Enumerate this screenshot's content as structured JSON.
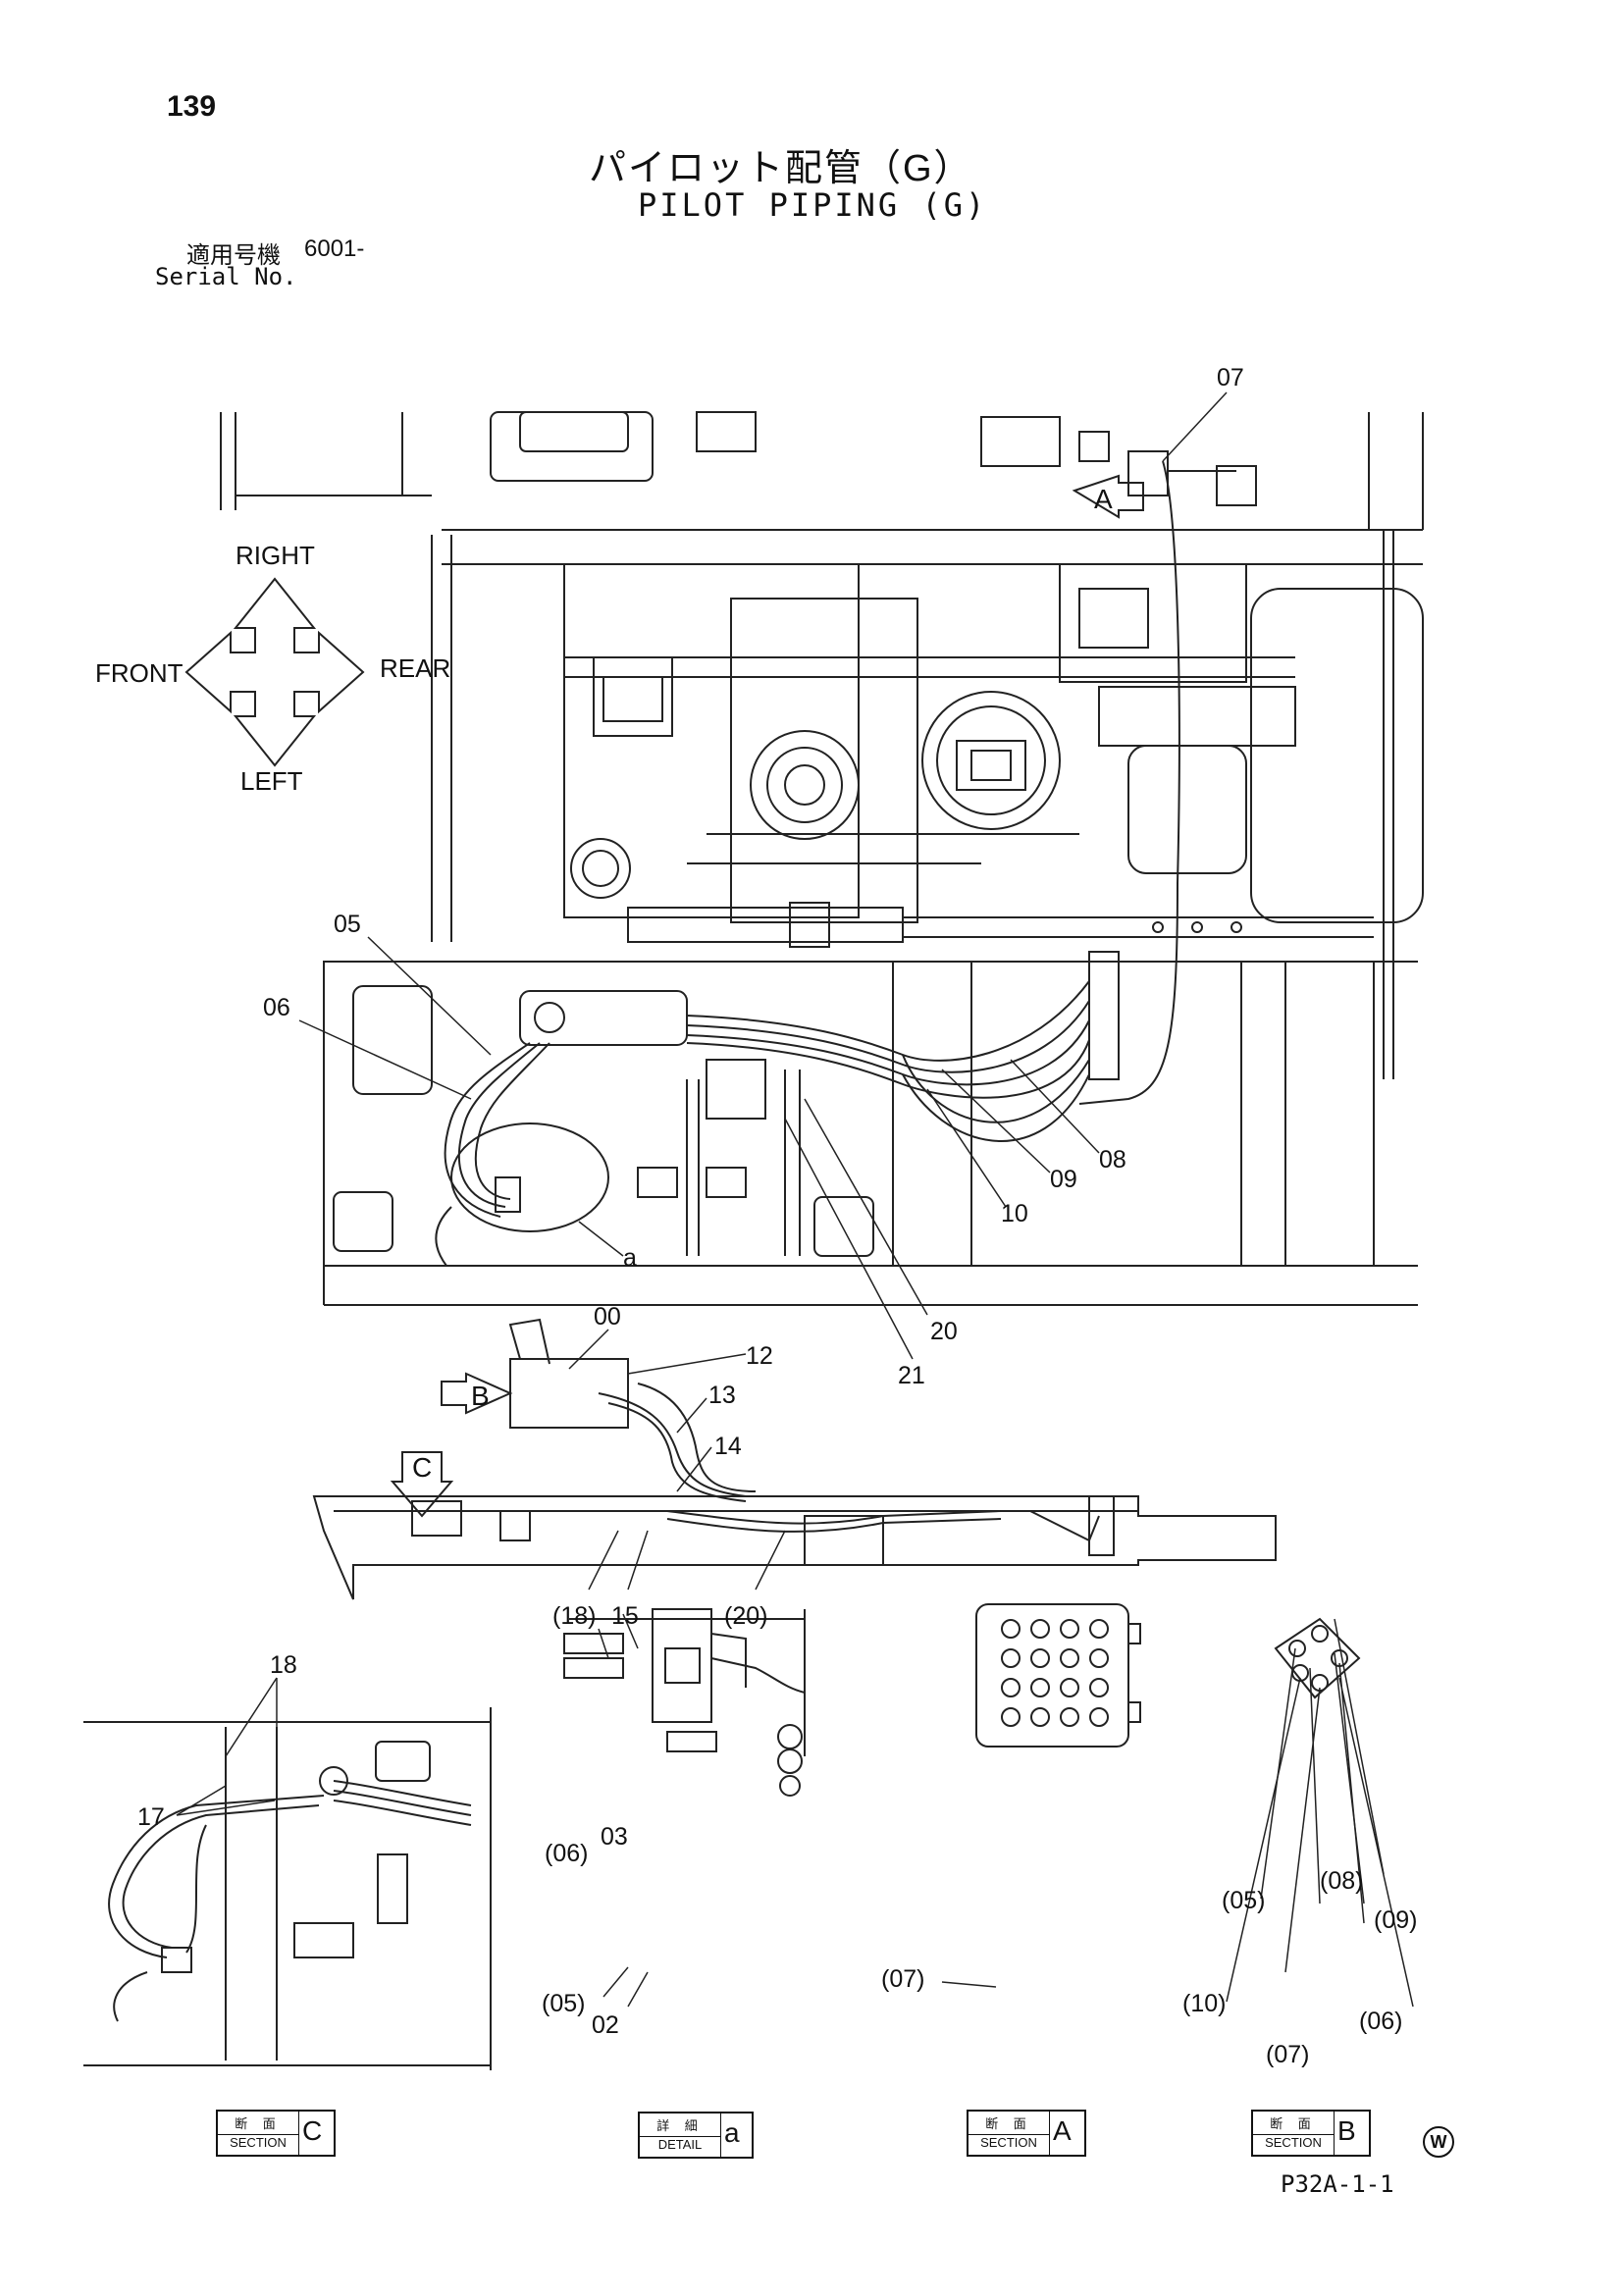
{
  "header": {
    "page_number": "139",
    "title_jp": "パイロット配管（G）",
    "title_en": "PILOT PIPING (G)",
    "serial_label_jp": "適用号機",
    "serial_value": "6001-",
    "serial_label_en": "Serial No."
  },
  "orientation": {
    "right": "RIGHT",
    "left": "LEFT",
    "front": "FRONT",
    "rear": "REAR"
  },
  "callouts": {
    "c07_top": "07",
    "c05": "05",
    "c06": "06",
    "c_a": "a",
    "c08": "08",
    "c09": "09",
    "c10": "10",
    "c20": "20",
    "c21": "21",
    "c00": "00",
    "c12": "12",
    "c13": "13",
    "c14": "14",
    "c18p": "(18)",
    "c15": "15",
    "c20p": "(20)",
    "c18": "18",
    "c17": "17",
    "d06": "(06)",
    "d03": "03",
    "d05": "(05)",
    "d02": "02",
    "sa07": "(07)",
    "sb05": "(05)",
    "sb08": "(08)",
    "sb09": "(09)",
    "sb10": "(10)",
    "sb06": "(06)",
    "sb07": "(07)"
  },
  "view_markers": {
    "A": "A",
    "B": "B",
    "C": "C"
  },
  "view_labels": [
    {
      "jp": "断 面",
      "en": "SECTION",
      "letter": "C"
    },
    {
      "jp": "詳 細",
      "en": "DETAIL",
      "letter": "a"
    },
    {
      "jp": "断 面",
      "en": "SECTION",
      "letter": "A"
    },
    {
      "jp": "断 面",
      "en": "SECTION",
      "letter": "B"
    }
  ],
  "footer": {
    "code": "P32A-1-1",
    "mark": "W"
  }
}
